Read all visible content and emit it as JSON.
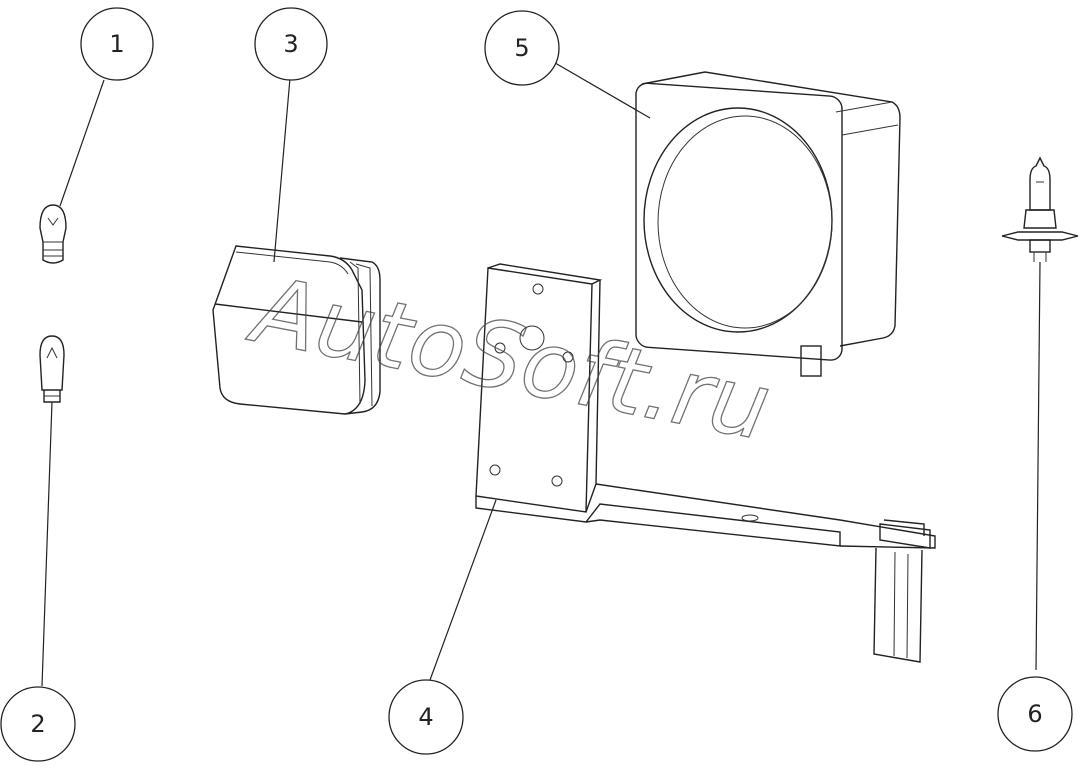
{
  "callouts": [
    {
      "id": "1",
      "label": "1"
    },
    {
      "id": "2",
      "label": "2"
    },
    {
      "id": "3",
      "label": "3"
    },
    {
      "id": "4",
      "label": "4"
    },
    {
      "id": "5",
      "label": "5"
    },
    {
      "id": "6",
      "label": "6"
    }
  ],
  "watermark": "AutoSoft.ru",
  "colors": {
    "line": "#222222",
    "background": "#ffffff"
  }
}
